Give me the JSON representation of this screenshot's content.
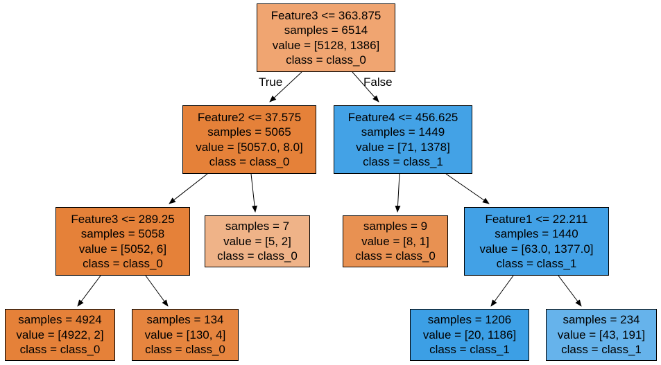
{
  "tree": {
    "edge_labels": {
      "true": "True",
      "false": "False"
    },
    "nodes": {
      "root": {
        "split": "Feature3 <= 363.875",
        "samples": "samples = 6514",
        "value": "value = [5128, 1386]",
        "class": "class = class_0",
        "color": "#f0a571"
      },
      "n1": {
        "split": "Feature2 <= 37.575",
        "samples": "samples = 5065",
        "value": "value = [5057.0, 8.0]",
        "class": "class = class_0",
        "color": "#e58139"
      },
      "n2": {
        "split": "Feature4 <= 456.625",
        "samples": "samples = 1449",
        "value": "value = [71, 1378]",
        "class": "class = class_1",
        "color": "#43a2e6"
      },
      "n3": {
        "split": "Feature3 <= 289.25",
        "samples": "samples = 5058",
        "value": "value = [5052, 6]",
        "class": "class = class_0",
        "color": "#e58139"
      },
      "n4": {
        "samples": "samples = 7",
        "value": "value = [5, 2]",
        "class": "class = class_0",
        "color": "#efb388"
      },
      "n5": {
        "samples": "samples = 9",
        "value": "value = [8, 1]",
        "class": "class = class_0",
        "color": "#e89152"
      },
      "n6": {
        "split": "Feature1 <= 22.211",
        "samples": "samples = 1440",
        "value": "value = [63.0, 1377.0]",
        "class": "class = class_1",
        "color": "#42a1e6"
      },
      "n7": {
        "samples": "samples = 4924",
        "value": "value = [4922, 2]",
        "class": "class = class_0",
        "color": "#e58139"
      },
      "n8": {
        "samples": "samples = 134",
        "value": "value = [130, 4]",
        "class": "class = class_0",
        "color": "#e6853f"
      },
      "n9": {
        "samples": "samples = 1206",
        "value": "value = [20, 1186]",
        "class": "class = class_1",
        "color": "#3c9fe5"
      },
      "n10": {
        "samples": "samples = 234",
        "value": "value = [43, 191]",
        "class": "class = class_1",
        "color": "#66b3eb"
      }
    }
  }
}
